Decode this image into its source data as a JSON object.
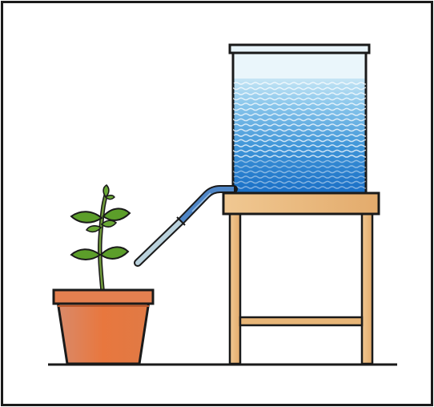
{
  "scene": {
    "items": [
      "water-tank",
      "wooden-stand",
      "siphon-tube",
      "potted-plant",
      "ground-line"
    ],
    "colors": {
      "frame_border": "#1a1a1a",
      "outline": "#1a1a1a",
      "water_light": "#b8dff2",
      "water_mid": "#4fa3dd",
      "water_dark": "#1c74c9",
      "wave": "#ffffff",
      "tube": "#4f86c6",
      "tube_light": "#c9dde4",
      "wood": "#e8ba82",
      "wood_dark": "#c79155",
      "pot": "#e07a45",
      "pot_shadow": "#c66332",
      "leaf": "#5c9e2a",
      "stem": "#4f7a22"
    }
  }
}
